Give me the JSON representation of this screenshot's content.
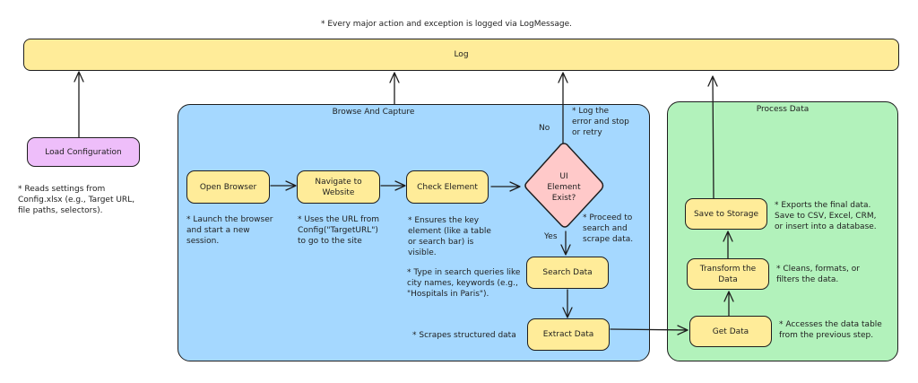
{
  "header_note": "* Every major action and exception is logged via LogMessage.",
  "log": {
    "label": "Log",
    "color": "#ffec99"
  },
  "load_config": {
    "label": "Load Configuration",
    "color": "#eebefa",
    "note": [
      "* Reads settings from",
      "Config.xlsx (e.g., Target URL,",
      "file paths, selectors)."
    ]
  },
  "browse_group": {
    "title": "Browse And Capture",
    "color": "#a5d8ff",
    "steps": {
      "open_browser": {
        "label": "Open Browser",
        "note": [
          "* Launch the browser",
          "and start a new",
          "session."
        ]
      },
      "navigate": {
        "label_lines": [
          "Navigate to",
          "Website"
        ],
        "note": [
          "* Uses the URL from",
          "Config(\"TargetURL\")",
          "to go to the site"
        ]
      },
      "check_element": {
        "label": "Check Element",
        "note": [
          "* Ensures the key",
          "element (like a table",
          "or search bar) is",
          "visible."
        ]
      },
      "decision": {
        "label_lines": [
          "UI",
          "Element",
          "Exist?"
        ],
        "color": "#ffc9c9",
        "no_label": "No",
        "yes_label": "Yes",
        "no_note": [
          "* Log the",
          "error and stop",
          "or retry"
        ],
        "yes_note": [
          "* Proceed to",
          "search and",
          "scrape data."
        ]
      },
      "search_data": {
        "label": "Search Data",
        "note": [
          "* Type in search queries like",
          "city names, keywords (e.g.,",
          "\"Hospitals in Paris\")."
        ]
      },
      "extract_data": {
        "label": "Extract Data",
        "note": [
          "* Scrapes structured data"
        ]
      }
    }
  },
  "process_group": {
    "title": "Process Data",
    "color": "#b2f2bb",
    "steps": {
      "save_storage": {
        "label": "Save to Storage",
        "note": [
          "* Exports the final data.",
          "Save to CSV, Excel, CRM,",
          "or insert into a database."
        ]
      },
      "transform": {
        "label_lines": [
          "Transform the",
          "Data"
        ],
        "note": [
          "* Cleans, formats, or",
          "filters the data."
        ]
      },
      "get_data": {
        "label": "Get Data",
        "note": [
          "* Accesses the data table",
          "from the previous step."
        ]
      }
    }
  }
}
